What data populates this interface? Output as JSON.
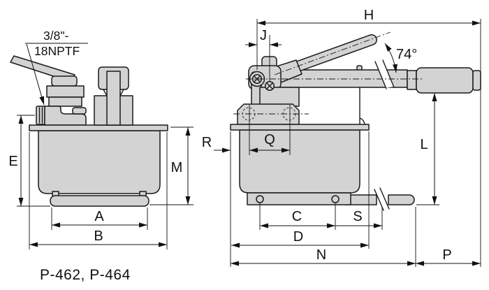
{
  "footer": {
    "model_label": "P-462, P-464"
  },
  "annotations": {
    "port_thread_line1": "3/8\"-",
    "port_thread_line2": "18NPTF",
    "handle_angle": "74°"
  },
  "dims": {
    "A": "A",
    "B": "B",
    "C": "C",
    "D": "D",
    "E": "E",
    "H": "H",
    "J": "J",
    "L": "L",
    "M": "M",
    "N": "N",
    "P": "P",
    "Q": "Q",
    "R": "R",
    "S": "S"
  },
  "colors": {
    "part_fill": "#d3d3d3",
    "outline": "#1a1a1a",
    "dimension": "#111111",
    "background": "#ffffff"
  }
}
